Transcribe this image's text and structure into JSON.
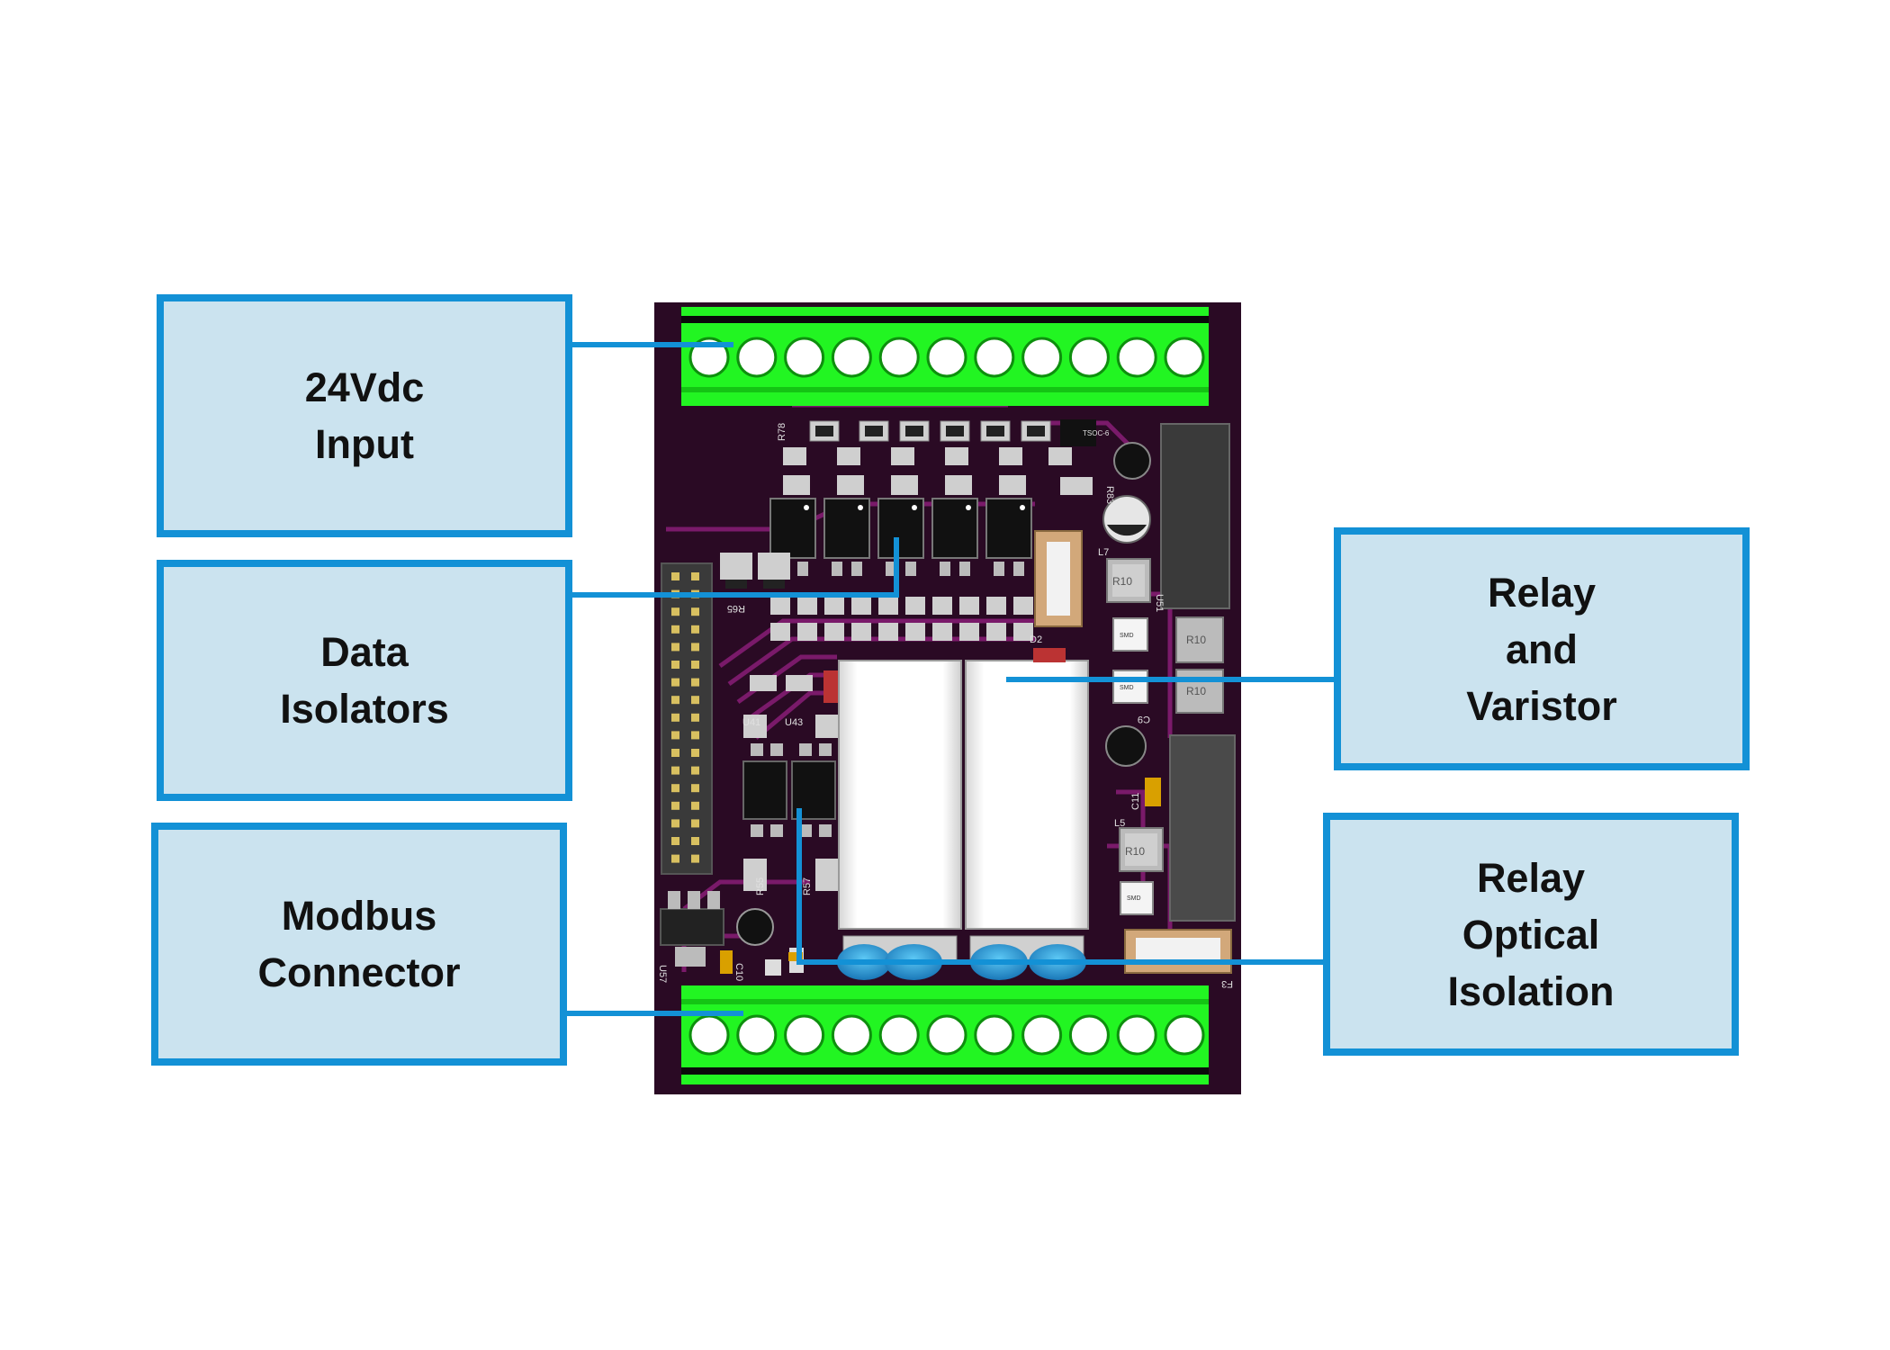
{
  "labels": {
    "input_24v": "24Vdc\nInput",
    "data_isolators": "Data\nIsolators",
    "modbus_connector": "Modbus\nConnector",
    "relay_varistor": "Relay\nand\nVaristor",
    "relay_optical": "Relay\nOptical\nIsolation"
  },
  "board": {
    "silkscreen": {
      "r78": "R78",
      "r83": "R83",
      "r65": "R65",
      "u41": "U41",
      "u43": "U43",
      "r55": "R55",
      "r57": "R57",
      "u57": "U57",
      "c10": "C10",
      "u51": "U51",
      "r10": "R10",
      "smd": "SMD",
      "l7": "L7",
      "l5": "L5",
      "f3": "F3",
      "tsoc": "TSOC-6",
      "d2": "D2",
      "c9": "C9",
      "c11": "C11"
    }
  },
  "colors": {
    "label_border": "#1391d6",
    "label_fill": "#cbe3ef",
    "connector_line": "#1391d6",
    "pcb": "#2a0a24",
    "trace": "#7a1a6a",
    "terminal": "#22f522"
  }
}
